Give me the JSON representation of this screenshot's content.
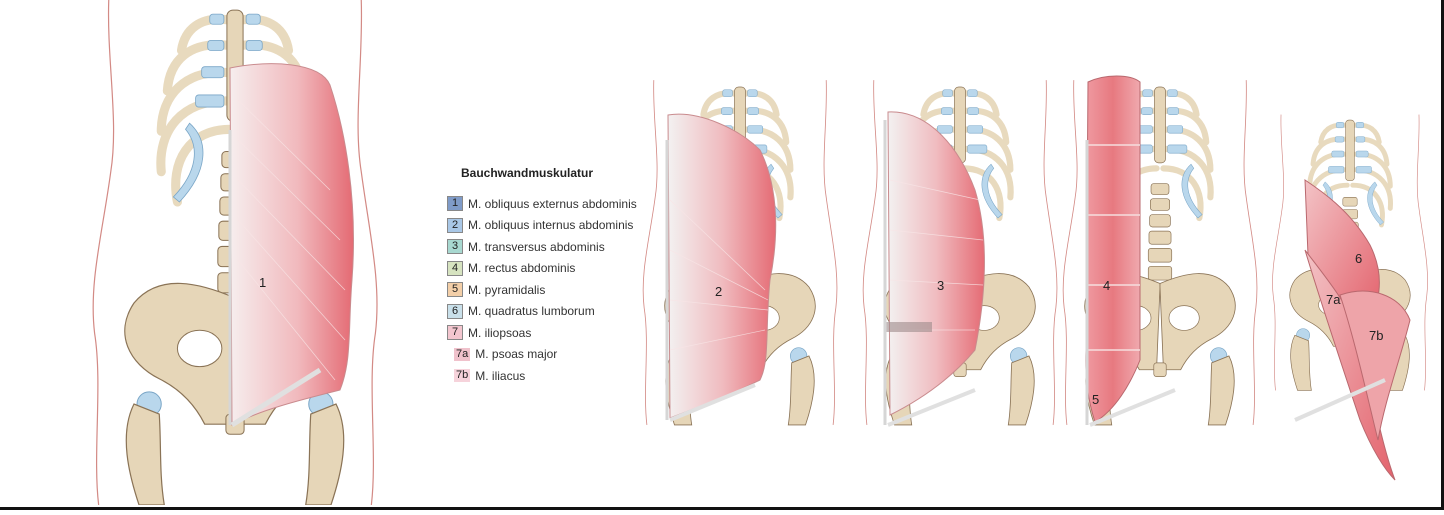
{
  "legend": {
    "title": "Bauchwandmuskulatur",
    "items": [
      {
        "num": "1",
        "label": "M. obliquus externus abdominis",
        "color": "#7f9bc8"
      },
      {
        "num": "2",
        "label": "M. obliquus internus abdominis",
        "color": "#a9c7e6"
      },
      {
        "num": "3",
        "label": "M. transversus abdominis",
        "color": "#a8d8d0"
      },
      {
        "num": "4",
        "label": "M. rectus abdominis",
        "color": "#d6e3c0"
      },
      {
        "num": "5",
        "label": "M. pyramidalis",
        "color": "#f3cfa8"
      },
      {
        "num": "6",
        "label": "M. quadratus lumborum",
        "color": "#c9e0ea"
      },
      {
        "num": "7",
        "label": "M. iliopsoas",
        "color": "#f3c6cf"
      },
      {
        "num": "7a",
        "label": "M. psoas major",
        "color": "#f0c2cc"
      },
      {
        "num": "7b",
        "label": "M. iliacus",
        "color": "#f6d3db"
      }
    ]
  },
  "figure_labels": {
    "f1": "1",
    "f2": "2",
    "f3": "3",
    "f4": "4",
    "f5": "5",
    "f6": "6",
    "f7a": "7a",
    "f7b": "7b"
  },
  "colors": {
    "bone": "#e6d6b8",
    "bone_stroke": "#8a7356",
    "cartilage": "#b9d7ec",
    "muscle_dark": "#e36b73",
    "muscle_light": "#f4d8d8",
    "skin_line": "#d38a85"
  }
}
